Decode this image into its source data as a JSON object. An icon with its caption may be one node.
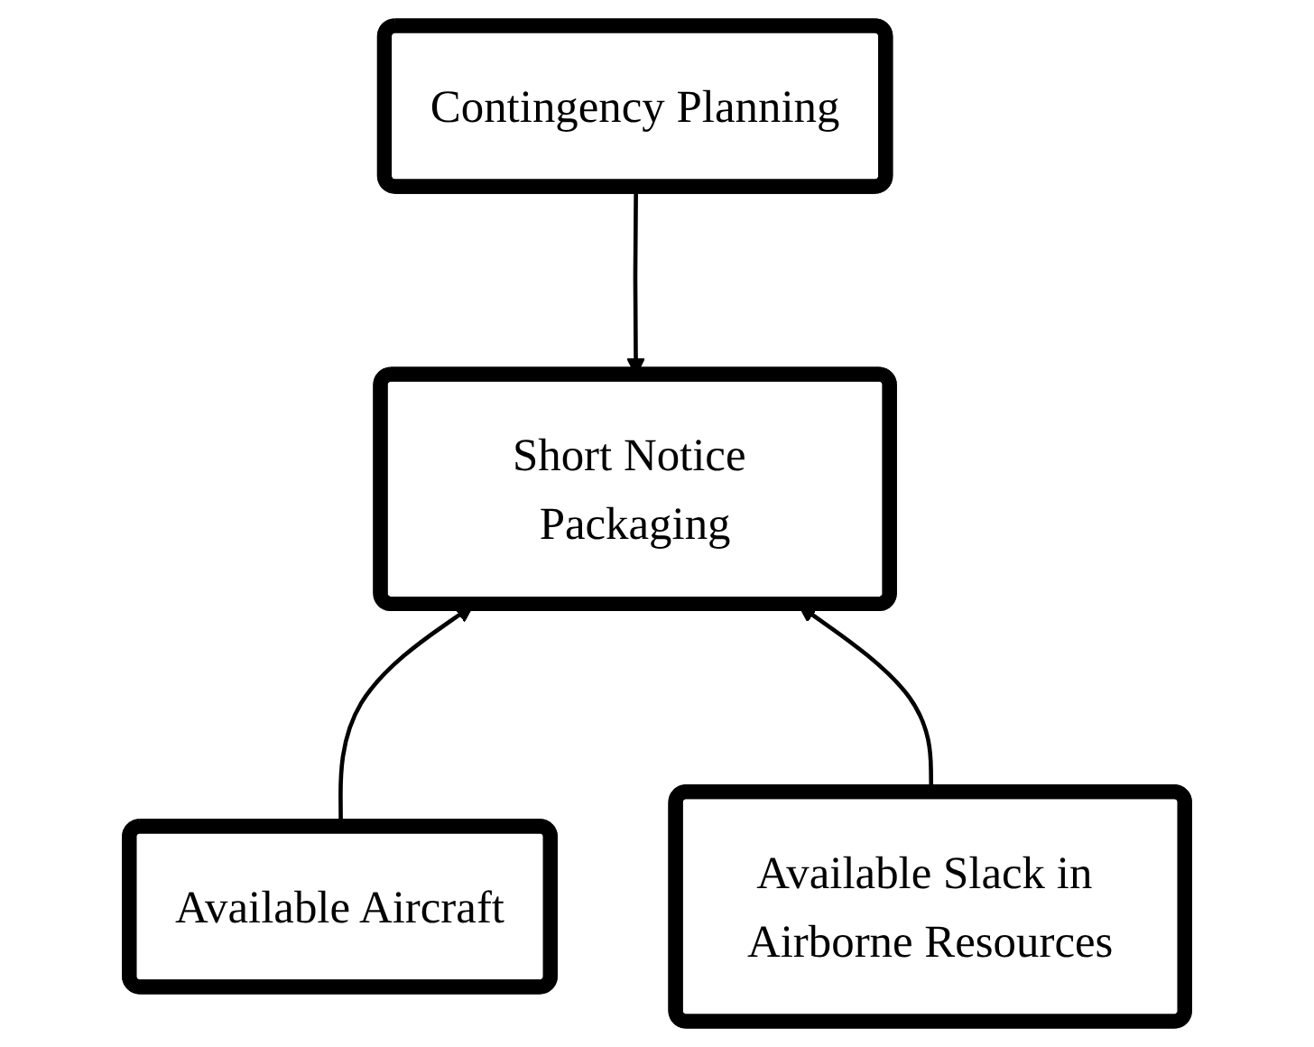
{
  "diagram": {
    "nodes": [
      {
        "text": [
          "Contingency Planning"
        ]
      },
      {
        "text": [
          "Short Notice Packaging"
        ]
      },
      {
        "text": [
          "Available Aircraft"
        ]
      },
      {
        "text": [
          "Available Slack in Airborne Resources"
        ]
      }
    ],
    "edges": [
      {
        "from": 0,
        "to": 1,
        "arrow": "to"
      },
      {
        "from": 2,
        "to": 1,
        "arrow": "to"
      },
      {
        "from": 3,
        "to": 1,
        "arrow": "to"
      }
    ]
  }
}
